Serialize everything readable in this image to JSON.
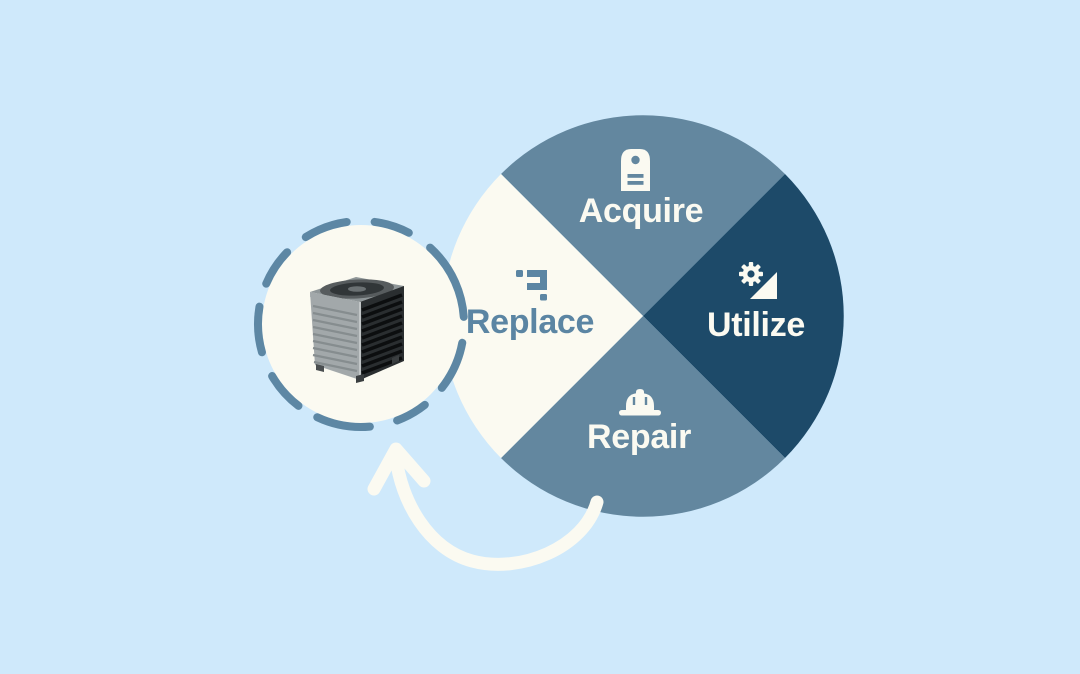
{
  "canvas": {
    "background_color": "#cfe9fb",
    "description": "asset lifecycle infographic"
  },
  "diagram": {
    "type": "cycle-pie",
    "segments": [
      {
        "label": "Acquire",
        "icon": "price-tag-icon",
        "wedge_color": "#63879f",
        "label_color": "#fbfaf1",
        "position": "top"
      },
      {
        "label": "Utilize",
        "icon": "gear-efficiency-icon",
        "wedge_color": "#1d4a69",
        "label_color": "#fbfaf1",
        "position": "right"
      },
      {
        "label": "Repair",
        "icon": "hard-hat-icon",
        "wedge_color": "#63879f",
        "label_color": "#fbfaf1",
        "position": "bottom"
      },
      {
        "label": "Replace",
        "icon": "swap-arrows-icon",
        "wedge_color": "#fbfaf1",
        "label_color": "#5b85a3",
        "position": "left"
      }
    ],
    "focus_circle": {
      "image": "air-conditioner-condenser-unit",
      "ring_style": "hand-drawn-dashed",
      "ring_color": "#5d87a4",
      "fill_color": "#fbfaf1"
    },
    "arrow": {
      "description": "hand-drawn curved arrow from repair segment to replacement unit",
      "color": "#fbfaf1"
    }
  }
}
